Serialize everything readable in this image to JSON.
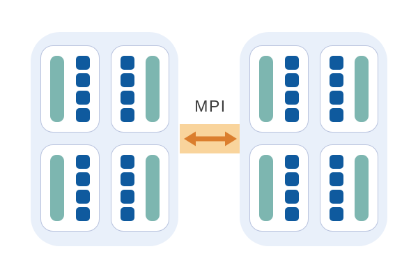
{
  "diagram": {
    "connector": {
      "label": "MPI",
      "arrow": "double-headed-horizontal"
    },
    "nodes": [
      {
        "name": "compute-node-left",
        "sockets": [
          {
            "bar_side": "left",
            "core_count": 4
          },
          {
            "bar_side": "right",
            "core_count": 4
          },
          {
            "bar_side": "left",
            "core_count": 4
          },
          {
            "bar_side": "right",
            "core_count": 4
          }
        ]
      },
      {
        "name": "compute-node-right",
        "sockets": [
          {
            "bar_side": "left",
            "core_count": 4
          },
          {
            "bar_side": "right",
            "core_count": 4
          },
          {
            "bar_side": "left",
            "core_count": 4
          },
          {
            "bar_side": "right",
            "core_count": 4
          }
        ]
      }
    ]
  },
  "colors": {
    "node_bg": "#E9F0FA",
    "socket_border": "#B9C3DE",
    "core_blue": "#0F5A9E",
    "bar_teal": "#7DB6B0",
    "mpi_box_bg": "#F9D49C",
    "arrow_orange": "#DB7E2E",
    "label_color": "#3A3A3A"
  }
}
